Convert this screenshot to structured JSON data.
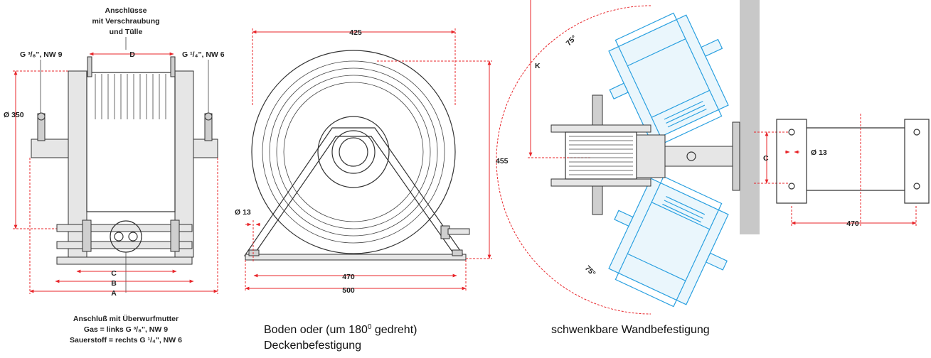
{
  "view1": {
    "title_line1": "Anschlüsse",
    "title_line2": "mit Verschraubung",
    "title_line3": "und Tülle",
    "label_D": "D",
    "left_conn": "G ³/₈\", NW 9",
    "right_conn": "G ¹/₄\", NW 6",
    "diameter": "Ø 350",
    "label_C": "C",
    "label_B": "B",
    "label_A": "A",
    "note_line1": "Anschluß mit Überwurfmutter",
    "note_line2": "Gas = links G ³/₈\", NW 9",
    "note_line3": "Sauerstoff = rechts G ¹/₄\", NW 6"
  },
  "view2": {
    "dim_top": "425",
    "dim_height": "455",
    "dim_hole": "Ø 13",
    "dim_470": "470",
    "dim_500": "500",
    "caption_line1": "Boden oder (um 180",
    "caption_deg": "0",
    "caption_line1b": " gedreht)",
    "caption_line2": "Deckenbefestigung"
  },
  "view3": {
    "label_K": "K",
    "angle_top": "75°",
    "angle_bottom": "75°",
    "label_C": "C",
    "dim_hole": "Ø 13",
    "dim_470": "470",
    "caption": "schwenkbare Wandbefestigung"
  }
}
